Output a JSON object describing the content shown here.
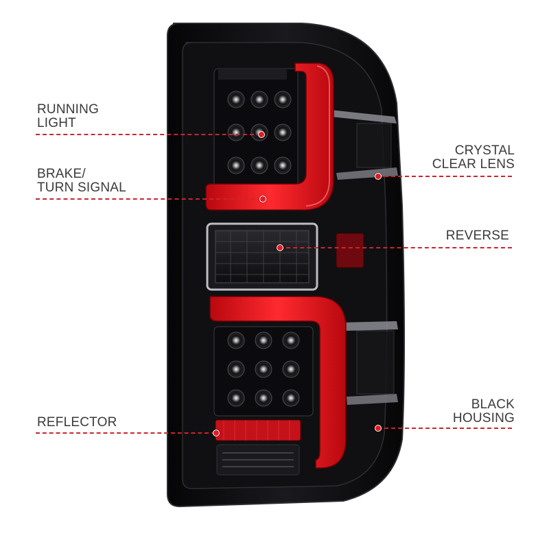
{
  "callouts": [
    {
      "id": "running-light",
      "lines": [
        "RUNNING",
        "LIGHT"
      ],
      "side": "left"
    },
    {
      "id": "brake-turn-signal",
      "lines": [
        "BRAKE/",
        "TURN SIGNAL"
      ],
      "side": "left"
    },
    {
      "id": "reflector",
      "lines": [
        "REFLECTOR"
      ],
      "side": "left"
    },
    {
      "id": "crystal-clear-lens",
      "lines": [
        "CRYSTAL",
        "CLEAR LENS"
      ],
      "side": "right"
    },
    {
      "id": "reverse",
      "lines": [
        "REVERSE"
      ],
      "side": "right"
    },
    {
      "id": "black-housing",
      "lines": [
        "BLACK",
        "HOUSING"
      ],
      "side": "right"
    }
  ],
  "colors": {
    "leader": "#c8262e",
    "dot": "#e31b23",
    "text": "#3a3a3a",
    "housing": "#0d0d0f",
    "light_bar": "#e0141c"
  },
  "icons": [
    "tail-light-product-image"
  ]
}
